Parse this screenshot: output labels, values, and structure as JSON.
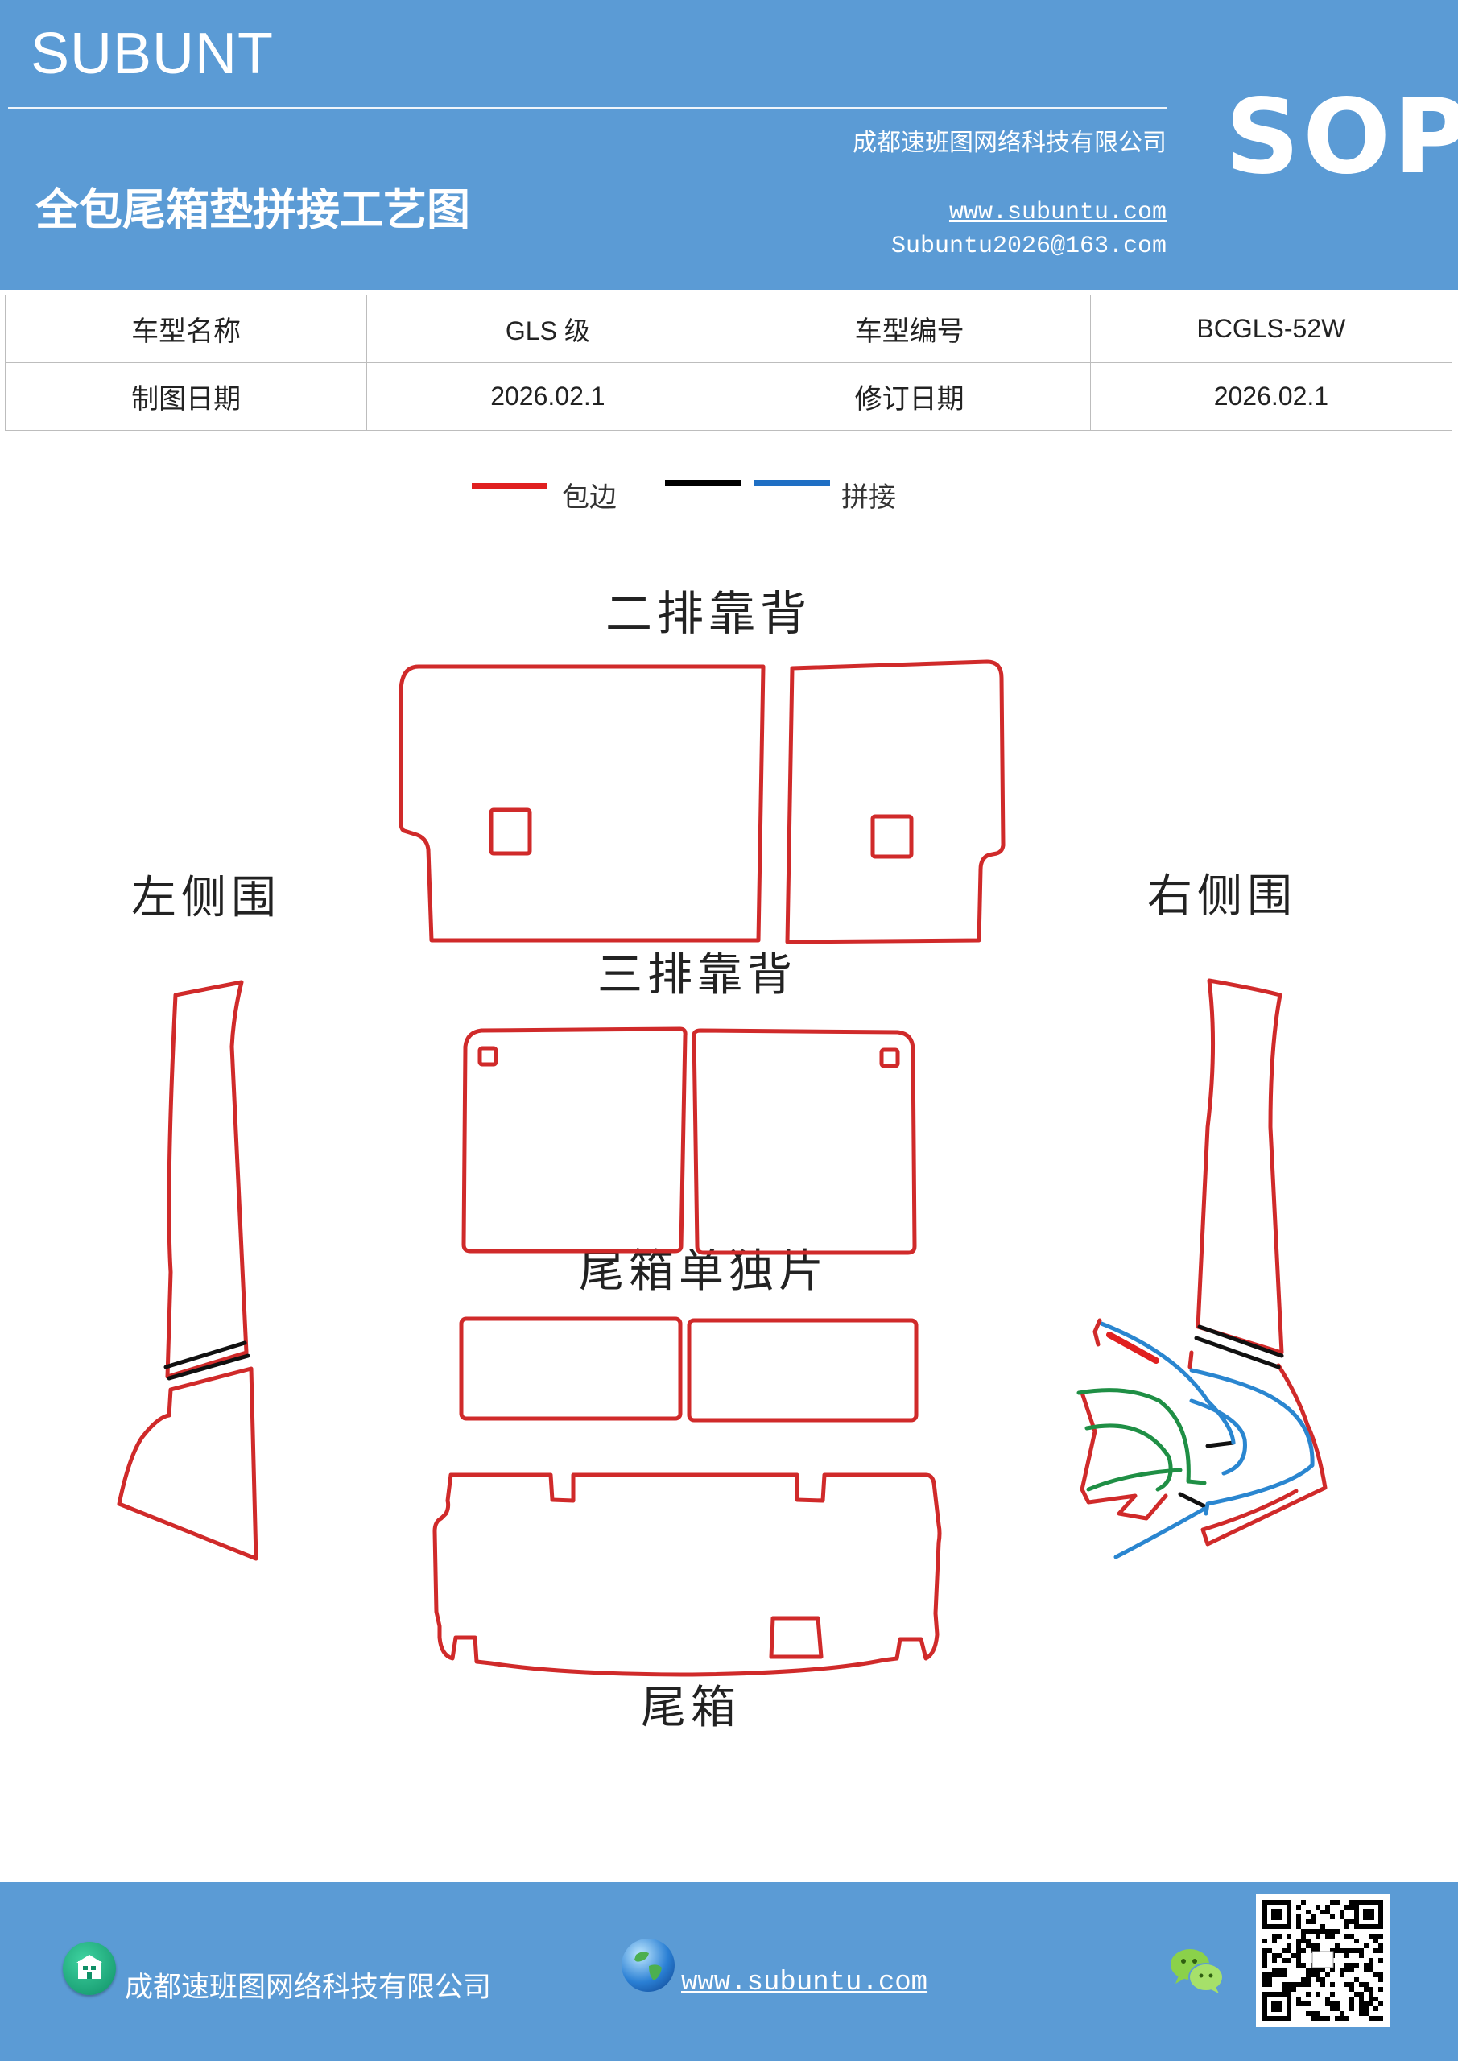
{
  "header": {
    "brand": "SUBUNT",
    "company": "成都速班图网络科技有限公司",
    "title": "全包尾箱垫拼接工艺图",
    "website": "www.subuntu.com",
    "email": "Subuntu2026@163.com",
    "badge": "SOP"
  },
  "info_table": {
    "rows": [
      [
        "车型名称",
        "GLS 级",
        "车型编号",
        "BCGLS-52W"
      ],
      [
        "制图日期",
        "2026.02.1",
        "修订日期",
        "2026.02.1"
      ]
    ]
  },
  "legend": {
    "items": [
      {
        "label": "包边",
        "color": "#e02020"
      },
      {
        "label": "",
        "color": "#000000"
      },
      {
        "label": "拼接",
        "color": "#1f6fc4"
      }
    ]
  },
  "diagram": {
    "labels": {
      "second_row_back": "二排靠背",
      "left_side": "左侧围",
      "right_side": "右侧围",
      "third_row_back": "三排靠背",
      "trunk_pieces": "尾箱单独片",
      "trunk": "尾箱"
    },
    "colors": {
      "edge": "#d02a2a",
      "seam": "#111111",
      "splice": "#2a86d0",
      "green": "#1f8f45"
    }
  },
  "footer": {
    "company": "成都速班图网络科技有限公司",
    "website": "www.subuntu.com",
    "icons": [
      "home-icon",
      "globe-icon",
      "wechat-icon",
      "qr-code"
    ]
  }
}
